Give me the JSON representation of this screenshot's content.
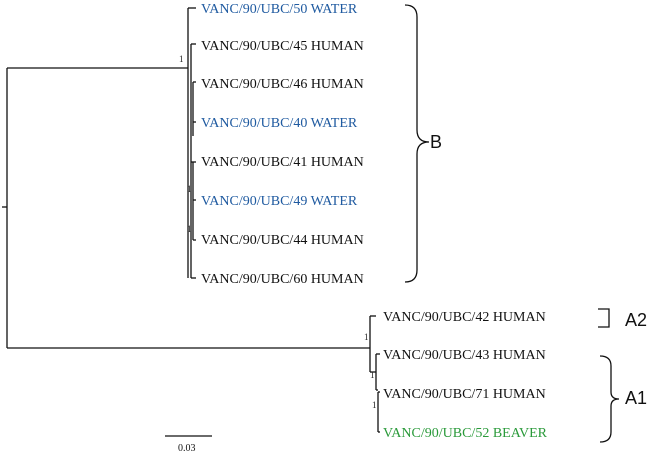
{
  "colors": {
    "human": "#111111",
    "water": "#1f5aa0",
    "beaver": "#2a9a3a",
    "branch": "#111111"
  },
  "leaves": [
    {
      "label": "VANC/90/UBC/50 WATER",
      "group": "water"
    },
    {
      "label": "VANC/90/UBC/45 HUMAN",
      "group": "human"
    },
    {
      "label": "VANC/90/UBC/46 HUMAN",
      "group": "human"
    },
    {
      "label": "VANC/90/UBC/40 WATER",
      "group": "water"
    },
    {
      "label": "VANC/90/UBC/41 HUMAN",
      "group": "human"
    },
    {
      "label": "VANC/90/UBC/49 WATER",
      "group": "water"
    },
    {
      "label": "VANC/90/UBC/44 HUMAN",
      "group": "human"
    },
    {
      "label": "VANC/90/UBC/60 HUMAN",
      "group": "human"
    },
    {
      "label": "VANC/90/UBC/42 HUMAN",
      "group": "human"
    },
    {
      "label": "VANC/90/UBC/43 HUMAN",
      "group": "human"
    },
    {
      "label": "VANC/90/UBC/71 HUMAN",
      "group": "human"
    },
    {
      "label": "VANC/90/UBC/52 BEAVER",
      "group": "beaver"
    }
  ],
  "support_values": [
    "1",
    "1",
    "1",
    "1",
    "1",
    "1"
  ],
  "clades": {
    "b": "B",
    "a2": "A2",
    "a1": "A1"
  },
  "scale_bar": {
    "label": "0.03"
  }
}
